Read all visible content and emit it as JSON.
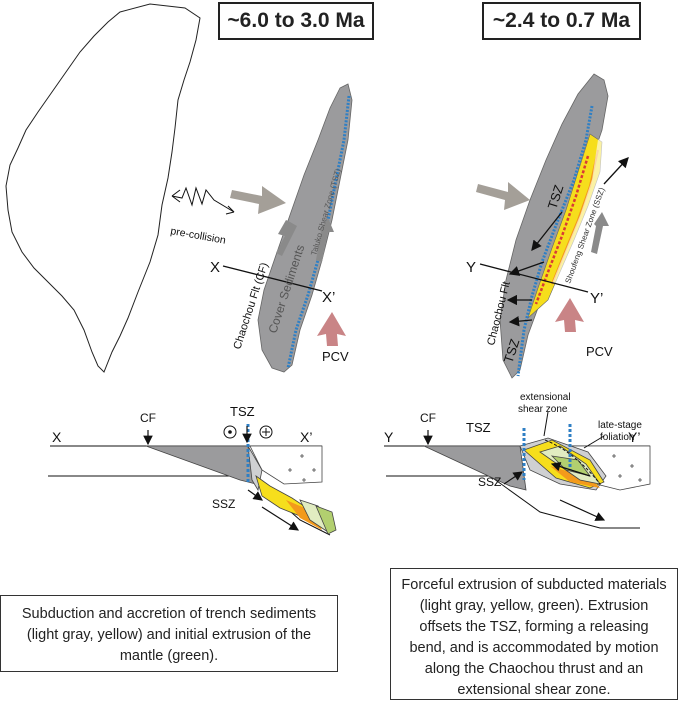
{
  "panels": [
    {
      "title": "~6.0 to 3.0 Ma",
      "map_labels": {
        "precollision": "pre-collision",
        "chaochou": "Chaochou Flt (CF)",
        "cover": "Cover Sediments",
        "taluko": "Taluko Shear Zone (TSZ)",
        "section_start": "X",
        "section_end": "X’",
        "pcv": "PCV"
      },
      "section_labels": {
        "start": "X",
        "end": "X’",
        "cf": "CF",
        "tsz": "TSZ",
        "ssz": "SSZ"
      },
      "caption": "Subduction and accretion of trench sediments (light gray, yellow) and initial extrusion of the mantle (green)."
    },
    {
      "title": "~2.4 to 0.7 Ma",
      "map_labels": {
        "tsz_top": "TSZ",
        "tsz_bottom": "TSZ",
        "chaochou": "Chaochou Flt",
        "shoufeng": "Shoufeng Shear Zone (SSZ)",
        "section_start": "Y",
        "section_end": "Y’",
        "pcv": "PCV"
      },
      "section_labels": {
        "start": "Y",
        "end": "Y’",
        "cf": "CF",
        "tsz": "TSZ",
        "ssz": "SSZ",
        "extensional_1": "extensional",
        "extensional_2": "shear zone",
        "late_1": "late-stage",
        "late_2": "foliation"
      },
      "caption": "Forceful extrusion of subducted materials (light gray, yellow, green). Extrusion offsets the TSZ, forming a releasing bend, and is accommodated by motion along the Chaochou thrust and an extensional shear zone."
    }
  ],
  "colors": {
    "belt_gray": "#9b9b9d",
    "light_gray": "#cfd0d2",
    "yellow": "#f6de1c",
    "orange": "#f39a1b",
    "green": "#b2cf6f",
    "pale_green": "#e1ecc1",
    "blue_fault": "#2f7fc4",
    "red_line": "#d93a35",
    "gray_arrow": "#a49f98",
    "pink_arrow": "#c98486"
  }
}
